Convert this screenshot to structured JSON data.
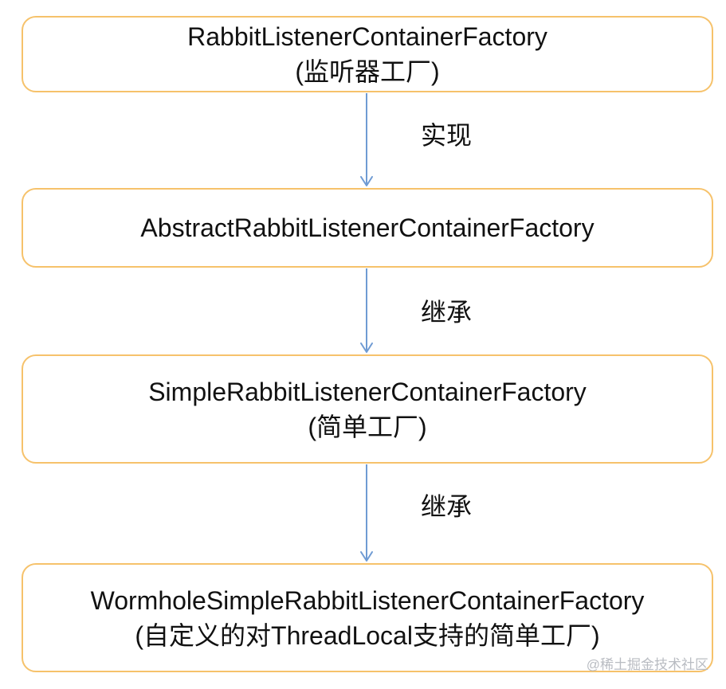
{
  "nodes": [
    {
      "name": "RabbitListenerContainerFactory",
      "note": "(监听器工厂)"
    },
    {
      "name": "AbstractRabbitListenerContainerFactory",
      "note": ""
    },
    {
      "name": "SimpleRabbitListenerContainerFactory",
      "note": "(简单工厂)"
    },
    {
      "name": "WormholeSimpleRabbitListenerContainerFactory",
      "note": "(自定义的对ThreadLocal支持的简单工厂)"
    }
  ],
  "edges": [
    {
      "label": "实现"
    },
    {
      "label": "继承"
    },
    {
      "label": "继承"
    }
  ],
  "watermark": "@稀土掘金技术社区",
  "colors": {
    "box_border": "#f6c26b",
    "arrow": "#6f9bd3",
    "text": "#111111",
    "watermark": "#b9bcc2"
  }
}
